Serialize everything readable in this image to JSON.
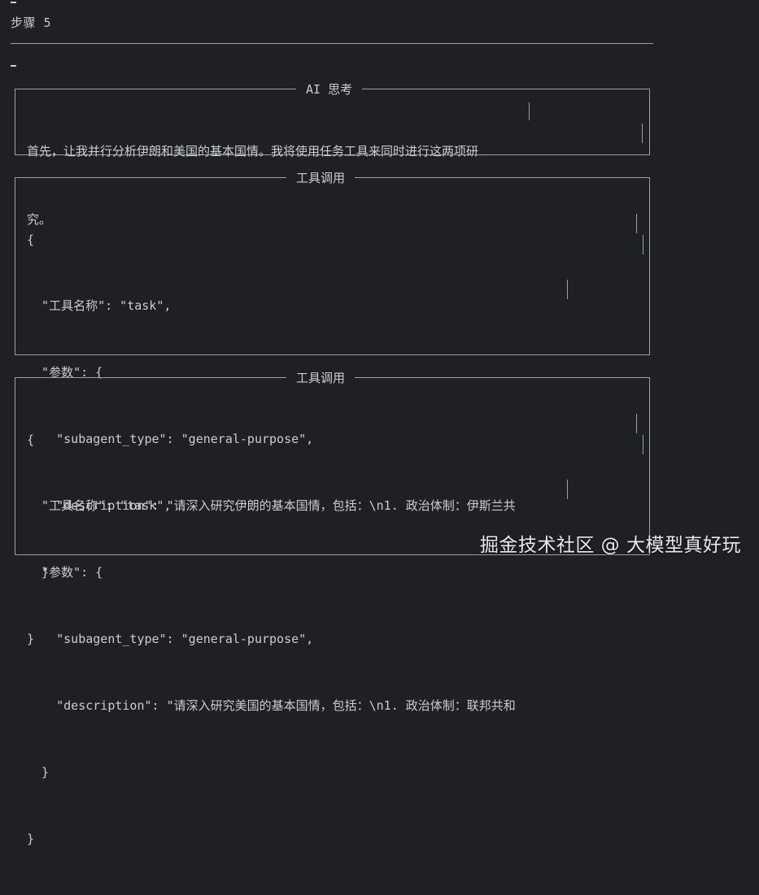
{
  "step": {
    "label": "步骤 5"
  },
  "thinking_panel": {
    "title": "AI 思考",
    "lines": [
      "首先，让我并行分析伊朗和美国的基本国情。我将使用任务工具来同时进行这两项研",
      "究。"
    ]
  },
  "tool_calls": [
    {
      "title": "工具调用",
      "lines": [
        "{",
        "  \"工具名称\": \"task\",",
        "  \"参数\": {",
        "    \"subagent_type\": \"general-purpose\",",
        "    \"description\": \"请深入研究伊朗的基本国情，包括：\\n1. 政治体制：伊斯兰共",
        "  }",
        "}"
      ]
    },
    {
      "title": "工具调用",
      "lines": [
        "{",
        "  \"工具名称\": \"task\",",
        "  \"参数\": {",
        "    \"subagent_type\": \"general-purpose\",",
        "    \"description\": \"请深入研究美国的基本国情，包括：\\n1. 政治体制：联邦共和",
        "  }",
        "}"
      ]
    }
  ],
  "watermark": {
    "text": "掘金技术社区 @ 大模型真好玩"
  }
}
